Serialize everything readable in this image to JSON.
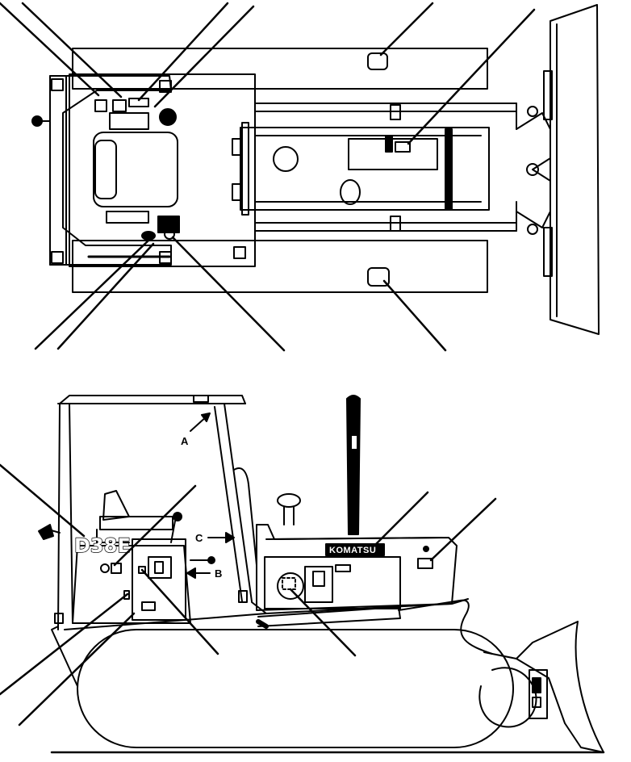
{
  "side_view": {
    "model_text": "D38E",
    "brand_text": "KOMATSU",
    "arrow_labels": {
      "a": "A",
      "b": "B",
      "c": "C"
    }
  },
  "colors": {
    "line": "#000000",
    "background": "#ffffff"
  }
}
